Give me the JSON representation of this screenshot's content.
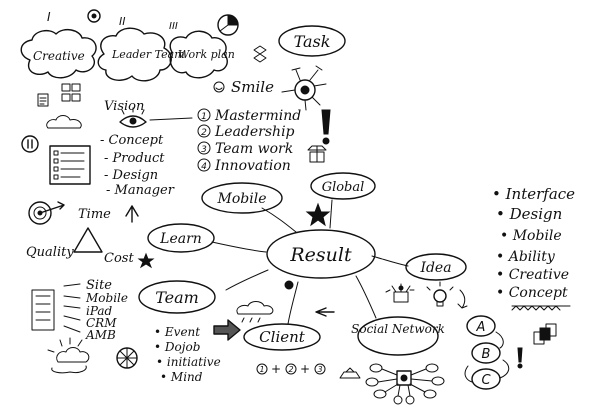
{
  "clouds": {
    "creative": "Creative",
    "leader_team": "Leader Team",
    "work_plan": "Work plan"
  },
  "top_markers": {
    "roman_1": "I",
    "roman_2": "II",
    "roman_3": "III"
  },
  "task": "Task",
  "smile": "Smile",
  "vision": {
    "label": "Vision",
    "items": [
      "Concept",
      "Product",
      "Design",
      "Manager"
    ]
  },
  "numbered_list": [
    {
      "num": "1",
      "text": "Mastermind"
    },
    {
      "num": "2",
      "text": "Leadership"
    },
    {
      "num": "3",
      "text": "Team work"
    },
    {
      "num": "4",
      "text": "Innovation"
    }
  ],
  "nodes": {
    "mobile": "Mobile",
    "global": "Global",
    "learn": "Learn",
    "result": "Result",
    "idea": "Idea",
    "team": "Team",
    "client": "Client",
    "social_network": "Social Network"
  },
  "triangle": {
    "time": "Time",
    "quality": "Quality",
    "cost": "Cost"
  },
  "site_list": [
    "Site",
    "Mobile",
    "iPad",
    "CRM",
    "AMB"
  ],
  "team_items": [
    "Event",
    "Dojob",
    "initiative",
    "Mind"
  ],
  "sum_chain": [
    "1",
    "+",
    "2",
    "+",
    "3"
  ],
  "bullets_right": [
    "Interface",
    "Design",
    "Mobile",
    "Ability",
    "Creative",
    "Concept"
  ],
  "abc": [
    "A",
    "B",
    "C"
  ]
}
